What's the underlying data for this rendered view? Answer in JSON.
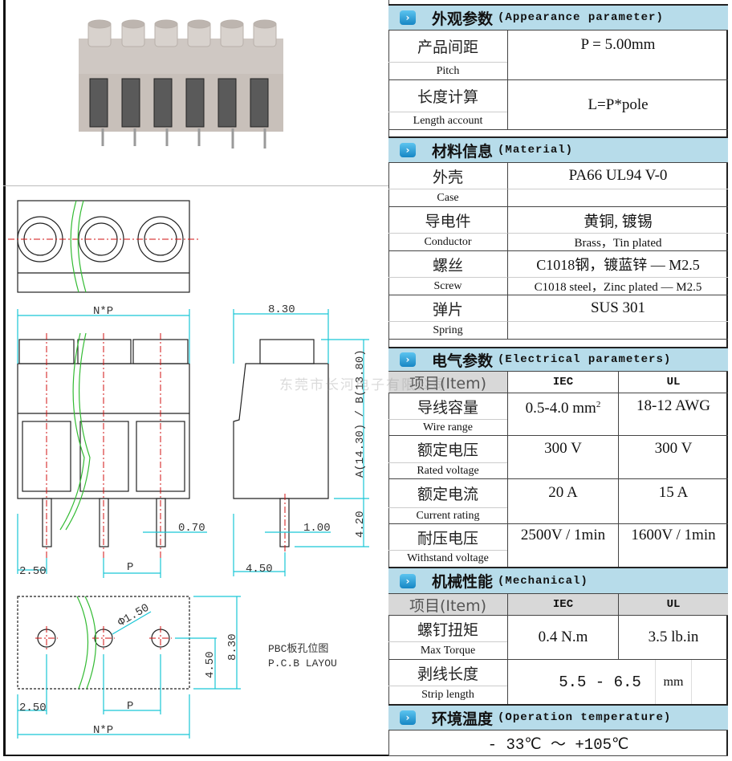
{
  "colors": {
    "header_bg": "#b7dcea",
    "item_bg": "#d8d8d8",
    "dimension": "#19c6d6",
    "centerline": "#d01010",
    "wire": "#33bb33"
  },
  "watermark": "东莞市长河电子有限公司",
  "drawing": {
    "dims": {
      "np": "N*P",
      "w830": "8.30",
      "a_b": "A(14.30) / B(13.80)",
      "d070": "0.70",
      "d100": "1.00",
      "d420": "4.20",
      "d250": "2.50",
      "p": "P",
      "d450": "4.50",
      "phi": "Φ1.50",
      "h450": "4.50",
      "h830": "8.30"
    },
    "pcb_label_zh": "PBC板孔位图",
    "pcb_label_en": "P.C.B LAYOU"
  },
  "sections": {
    "appearance": {
      "zh": "外观参数",
      "en": "(Appearance parameter)",
      "pitch": {
        "zh": "产品间距",
        "en": "Pitch",
        "value": "P = 5.00mm"
      },
      "length": {
        "zh": "长度计算",
        "en": "Length account",
        "value": "L=P*pole"
      }
    },
    "material": {
      "zh": "材料信息",
      "en": "(Material)",
      "rows": [
        {
          "zh": "外壳",
          "en": "Case",
          "value": "PA66 UL94 V-0",
          "value_en": ""
        },
        {
          "zh": "导电件",
          "en": "Conductor",
          "value": "黄铜, 镀锡",
          "value_en": "Brass，Tin plated"
        },
        {
          "zh": "螺丝",
          "en": "Screw",
          "value": "C1018钢，镀蓝锌 — M2.5",
          "value_en": "C1018 steel，Zinc plated — M2.5"
        },
        {
          "zh": "弹片",
          "en": "Spring",
          "value": "SUS  301",
          "value_en": ""
        }
      ]
    },
    "electrical": {
      "zh": "电气参数",
      "en": "(Electrical parameters)",
      "item": "项目(Item)",
      "col1": "IEC",
      "col2": "UL",
      "rows": [
        {
          "zh": "导线容量",
          "en": "Wire range",
          "iec": "0.5-4.0 mm",
          "iec_sup": "2",
          "ul": "18-12  AWG"
        },
        {
          "zh": "额定电压",
          "en": "Rated voltage",
          "iec": "300 V",
          "ul": "300 V"
        },
        {
          "zh": "额定电流",
          "en": "Current rating",
          "iec": "20 A",
          "ul": "15  A"
        },
        {
          "zh": "耐压电压",
          "en": "Withstand voltage",
          "iec": "2500V / 1min",
          "ul": "1600V / 1min"
        }
      ]
    },
    "mechanical": {
      "zh": "机械性能",
      "en": "(Mechanical)",
      "item": "项目(Item)",
      "col1": "IEC",
      "col2": "UL",
      "torque": {
        "zh": "螺钉扭矩",
        "en": "Max Torque",
        "iec": "0.4  N.m",
        "ul": "3.5 lb.in"
      },
      "strip": {
        "zh": "剥线长度",
        "en": "Strip length",
        "value": "5.5 - 6.5",
        "unit": "mm"
      }
    },
    "temperature": {
      "zh": "环境温度",
      "en": "(Operation temperature)",
      "value": "- 33℃  ～ +105℃"
    }
  }
}
